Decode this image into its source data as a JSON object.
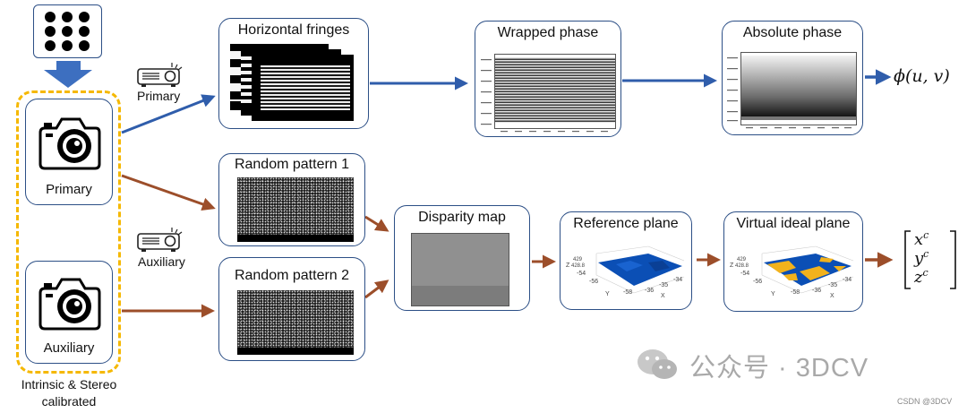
{
  "boxes": {
    "horizontal_fringes": "Horizontal fringes",
    "wrapped_phase": "Wrapped phase",
    "absolute_phase": "Absolute phase",
    "random_pattern_1": "Random pattern 1",
    "random_pattern_2": "Random pattern 2",
    "disparity_map": "Disparity map",
    "reference_plane": "Reference plane",
    "virtual_ideal_plane": "Virtual ideal plane"
  },
  "cameras": {
    "primary": "Primary",
    "auxiliary": "Auxiliary"
  },
  "projectors": {
    "primary": "Primary",
    "auxiliary": "Auxiliary"
  },
  "calibration_note": {
    "line1": "Intrinsic & Stereo",
    "line2": "calibrated"
  },
  "outputs": {
    "phase": "ϕ(u, v)",
    "coords": [
      "x",
      "y",
      "z"
    ],
    "superscript": "c"
  },
  "plot_axes": {
    "z_label": "Z",
    "y_label": "Y",
    "x_label": "X",
    "z_ticks": [
      "429",
      "428.8"
    ],
    "y_ticks": [
      "-54",
      "-56",
      "-58"
    ],
    "x_ticks": [
      "-36",
      "-35",
      "-34"
    ]
  },
  "watermark": {
    "text": "公众号 · 3DCV",
    "credit": "CSDN @3DCV"
  },
  "colors": {
    "primary_arrow": "#2f5dab",
    "secondary_arrow": "#9c4e2a",
    "dashed_frame": "#f5b800",
    "box_border": "#2c4f86"
  }
}
